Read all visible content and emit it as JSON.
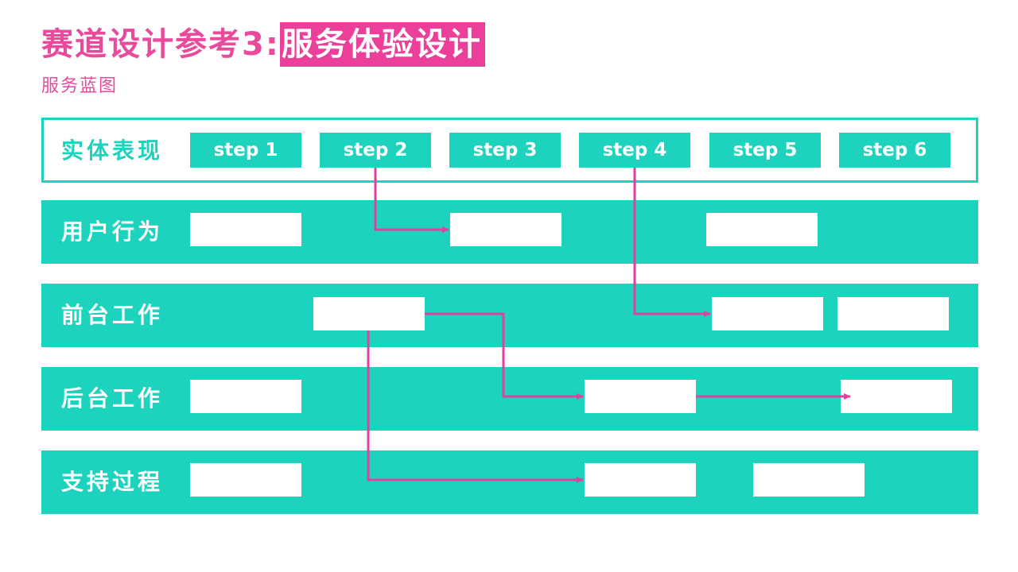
{
  "header": {
    "title_prefix": "赛道设计参考3:",
    "title_highlight": "服务体验设计",
    "subtitle": "服务蓝图"
  },
  "lanes": [
    {
      "label": "实体表现"
    },
    {
      "label": "用户行为"
    },
    {
      "label": "前台工作"
    },
    {
      "label": "后台工作"
    },
    {
      "label": "支持过程"
    }
  ],
  "steps": [
    "step 1",
    "step 2",
    "step 3",
    "step 4",
    "step 5",
    "step 6"
  ],
  "colors": {
    "accent": "#1ed3bd",
    "title_pink": "#e94a9b",
    "highlight": "#ec3f9a",
    "connector": "#e040a0"
  }
}
